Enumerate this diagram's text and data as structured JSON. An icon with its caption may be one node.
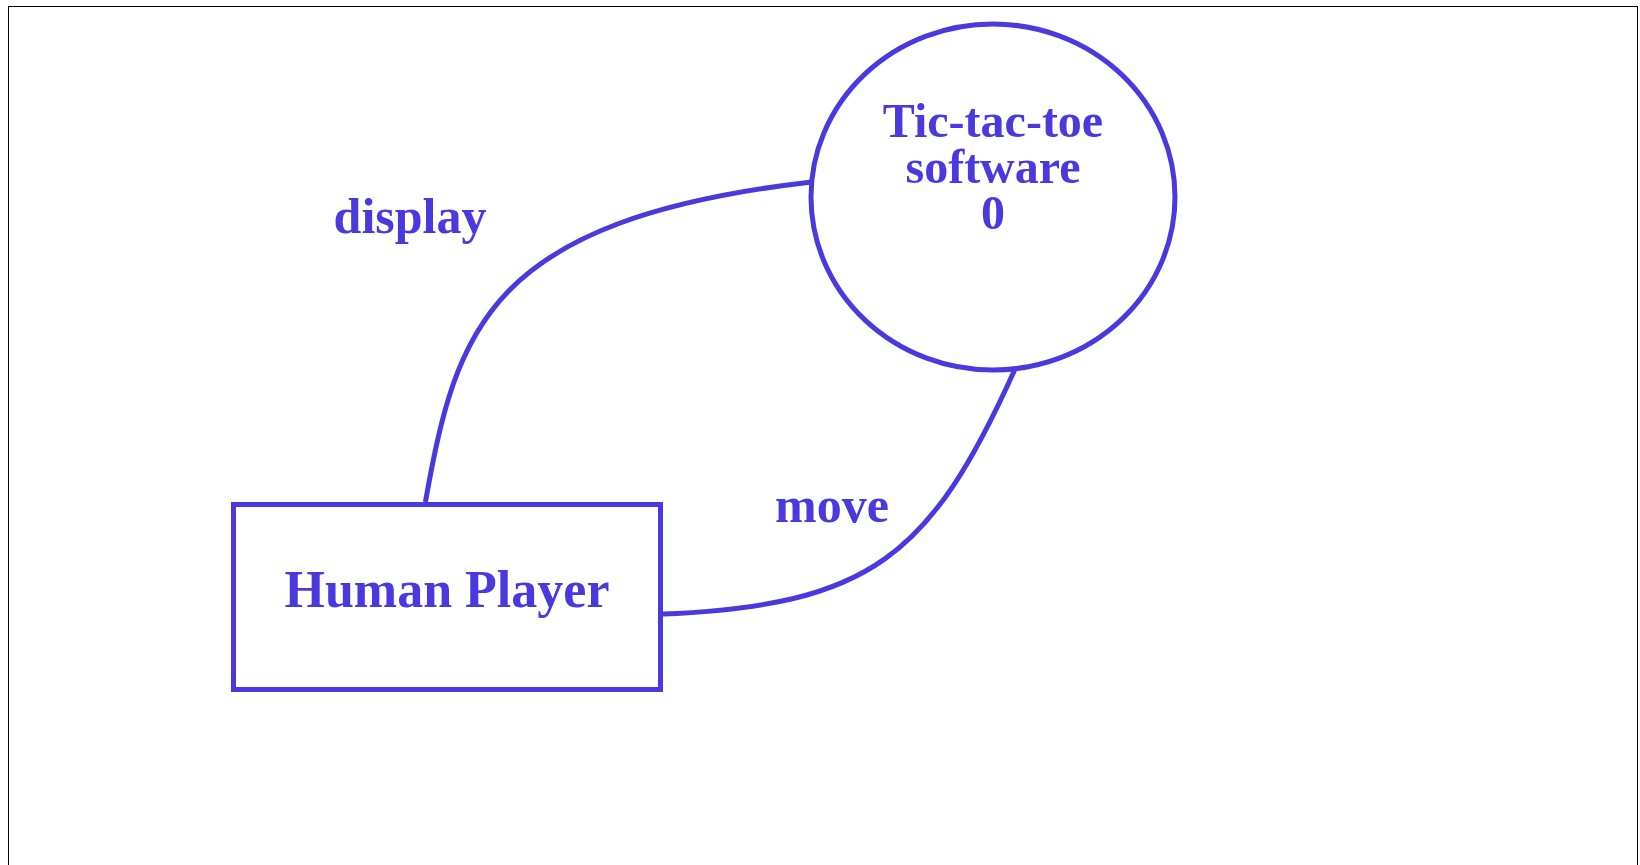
{
  "diagram": {
    "nodes": [
      {
        "text": [
          "Tic-tac-toe software",
          "0"
        ]
      },
      {
        "text": [
          "Human Player"
        ]
      }
    ],
    "edges": [
      {
        "from": 0,
        "to": 1,
        "arrow": "none",
        "label": "display"
      },
      {
        "from": 1,
        "to": 0,
        "arrow": "none",
        "label": "move"
      }
    ]
  }
}
